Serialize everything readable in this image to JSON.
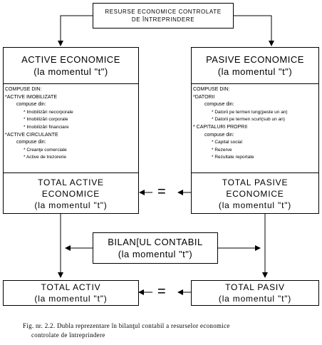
{
  "top_box": {
    "line1": "RESURSE ECONOMICE CONTROLATE",
    "line2": "DE ÎNTREPRINDERE"
  },
  "left_header": {
    "title": "ACTIVE ECONOMICE",
    "sub": "(la momentul \"t\")"
  },
  "right_header": {
    "title": "PASIVE ECONOMICE",
    "sub": "(la momentul \"t\")"
  },
  "left_list": [
    {
      "level": 0,
      "text": "COMPUSE DIN:"
    },
    {
      "level": 0,
      "text": "*ACTIVE IMOBILIZATE"
    },
    {
      "level": 1,
      "text": "compuse din:"
    },
    {
      "level": 2,
      "text": "* Imobilizări necorporale"
    },
    {
      "level": 2,
      "text": "* Imobilizări corporale"
    },
    {
      "level": 2,
      "text": "* Imobilizări financiare"
    },
    {
      "level": 0,
      "text": "*ACTIVE CIRCULANTE"
    },
    {
      "level": 1,
      "text": "compuse din:"
    },
    {
      "level": 2,
      "text": "* Creanţe comerciale"
    },
    {
      "level": 2,
      "text": "* Active de trezorerie"
    }
  ],
  "right_list": [
    {
      "level": 0,
      "text": "COMPUSE DIN:"
    },
    {
      "level": 0,
      "text": "*DATORII"
    },
    {
      "level": 1,
      "text": "compuse din:"
    },
    {
      "level": 2,
      "text": "* Datorii pe termen lung(peste un an)"
    },
    {
      "level": 2,
      "text": "* Datorii pe termen scurt(sub un an)"
    },
    {
      "level": 0,
      "text": "* CAPITALURI PROPRII"
    },
    {
      "level": 1,
      "text": "compuse din:"
    },
    {
      "level": 2,
      "text": "* Capital social"
    },
    {
      "level": 2,
      "text": "* Rezerve"
    },
    {
      "level": 2,
      "text": "* Rezultate reportate"
    }
  ],
  "left_total": {
    "line1": "TOTAL ACTIVE",
    "line2": "ECONOMICE",
    "line3": "(la momentul \"t\")"
  },
  "right_total": {
    "line1": "TOTAL PASIVE",
    "line2": "ECONOMICE",
    "line3": "(la momentul \"t\")"
  },
  "equals_sign": "=",
  "bilant_box": {
    "line1": "BILAN[UL CONTABIL",
    "line2": "(la momentul \"t\")"
  },
  "total_activ": {
    "line1": "TOTAL ACTIV",
    "line2": "(la momentul \"t\")"
  },
  "total_pasiv": {
    "line1": "TOTAL PASIV",
    "line2": "(la momentul \"t\")"
  },
  "caption": {
    "line1": "Fig. nr. 2.2. Dubla reprezentare în bilanţul contabil a resurselor economice",
    "line2": "controlate de întreprindere"
  }
}
